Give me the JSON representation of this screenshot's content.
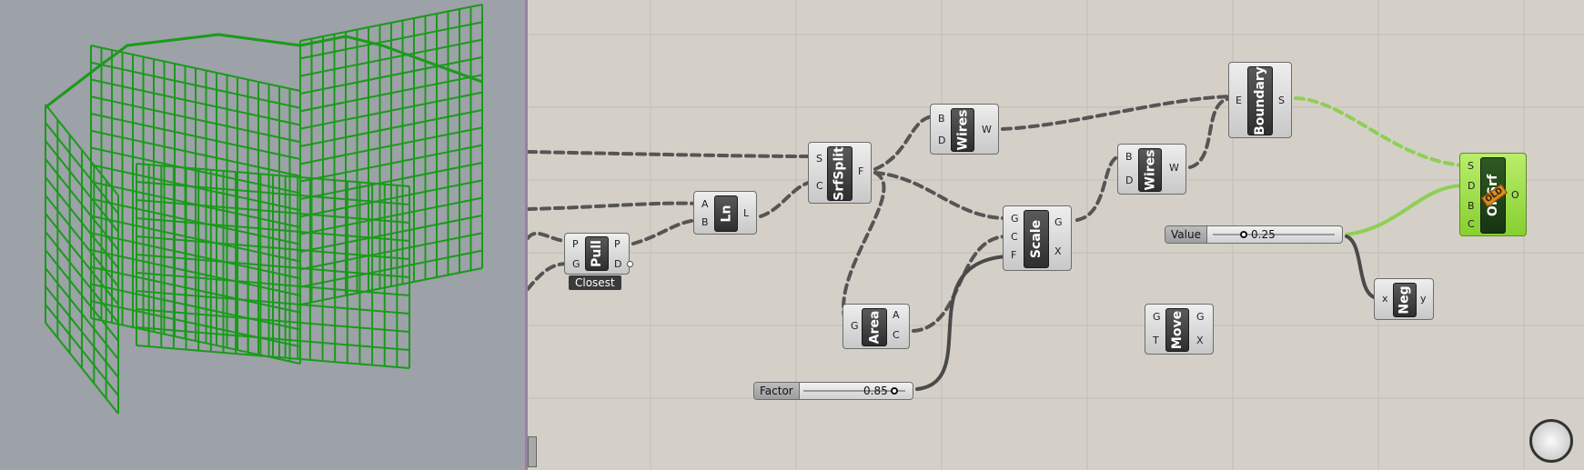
{
  "colors": {
    "canvas_bg": "#d4d0c8",
    "viewport_bg": "#9da1a8",
    "mesh_green": "#1a9a1a",
    "wire_dark": "#555555",
    "wire_light": "#8fcf55",
    "component_selected": "#9be24a"
  },
  "components": {
    "pull": {
      "name": "Pull",
      "inputs": [
        "P",
        "G"
      ],
      "outputs": [
        "P",
        "D"
      ],
      "tag": "Closest"
    },
    "ln": {
      "name": "Ln",
      "inputs": [
        "A",
        "B"
      ],
      "outputs": [
        "L"
      ]
    },
    "srfsplit": {
      "name": "SrfSplit",
      "inputs": [
        "S",
        "C"
      ],
      "outputs": [
        "F"
      ]
    },
    "wires1": {
      "name": "Wires",
      "inputs": [
        "B",
        "D"
      ],
      "outputs": [
        "W"
      ]
    },
    "wires2": {
      "name": "Wires",
      "inputs": [
        "B",
        "D"
      ],
      "outputs": [
        "W"
      ]
    },
    "boundary": {
      "name": "Boundary",
      "inputs": [
        "E"
      ],
      "outputs": [
        "S"
      ]
    },
    "scale": {
      "name": "Scale",
      "inputs": [
        "G",
        "C",
        "F"
      ],
      "outputs": [
        "G",
        "X"
      ]
    },
    "area": {
      "name": "Area",
      "inputs": [
        "G"
      ],
      "outputs": [
        "A",
        "C"
      ]
    },
    "move": {
      "name": "Move",
      "inputs": [
        "G",
        "T"
      ],
      "outputs": [
        "G",
        "X"
      ]
    },
    "neg": {
      "name": "Neg",
      "inputs": [
        "x"
      ],
      "outputs": [
        "y"
      ]
    },
    "offsrf": {
      "name": "OffSrf",
      "inputs": [
        "S",
        "D",
        "B",
        "C"
      ],
      "outputs": [
        "O"
      ],
      "badge": "OLD"
    }
  },
  "sliders": {
    "factor": {
      "label": "Factor",
      "value": "0.85"
    },
    "value": {
      "label": "Value",
      "value": "0.25"
    }
  },
  "icons": {
    "navigation": "navigation-compass-icon"
  }
}
